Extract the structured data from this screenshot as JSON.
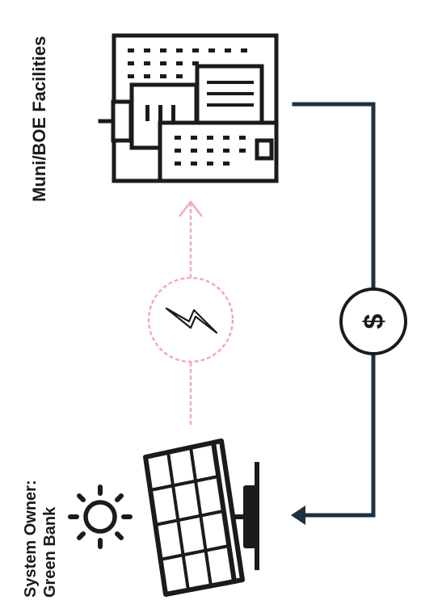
{
  "labels": {
    "facilities": "Muni/BOE Facilities",
    "owner_line1": "System Owner:",
    "owner_line2": "Green Bank",
    "currency_symbol": "$"
  },
  "icons": {
    "buildings": "building-icon",
    "solar_panel": "solar-panel-icon",
    "sun": "sun-icon",
    "electricity": "lightning-bolt-icon",
    "money": "dollar-circle-icon"
  },
  "colors": {
    "ink": "#1b1b1b",
    "payment_line": "#1e3140",
    "energy_flow": "#f4a9bf"
  }
}
